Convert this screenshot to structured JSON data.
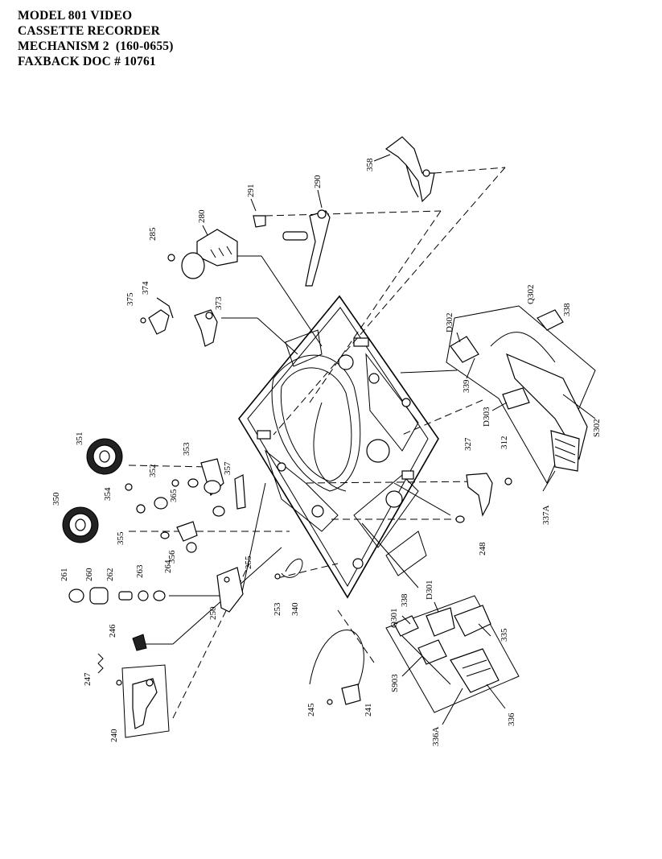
{
  "header": {
    "line1": "MODEL 801 VIDEO",
    "line2": "CASSETTE RECORDER",
    "line3": "MECHANISM 2  (160-0655)",
    "line4": "FAXBACK DOC # 10761"
  },
  "parts": {
    "p358": "358",
    "p290": "290",
    "p291": "291",
    "p280": "280",
    "p285": "285",
    "p374": "374",
    "p375": "375",
    "p373": "373",
    "pQ302": "Q302",
    "pD302": "D302",
    "p338": "338",
    "p339": "339",
    "pD303": "D303",
    "pS302": "S302",
    "p351": "351",
    "p353": "353",
    "p357": "357",
    "p352": "352",
    "p365": "365",
    "p354": "354",
    "p350": "350",
    "p355": "355",
    "p356": "356",
    "p327": "327",
    "p312": "312",
    "p337A": "337A",
    "p248": "248",
    "p255a": "255",
    "p261": "261",
    "p260": "260",
    "p262": "262",
    "p263": "263",
    "p264": "264",
    "p250": "250",
    "p253": "253",
    "p340": "340",
    "pQ301": "Q301",
    "p338b": "338",
    "pD301": "D301",
    "p335": "335",
    "p246": "246",
    "p247": "247",
    "pS903": "S903",
    "p245": "245",
    "p241": "241",
    "p336A": "336A",
    "p336": "336",
    "p240": "240"
  }
}
